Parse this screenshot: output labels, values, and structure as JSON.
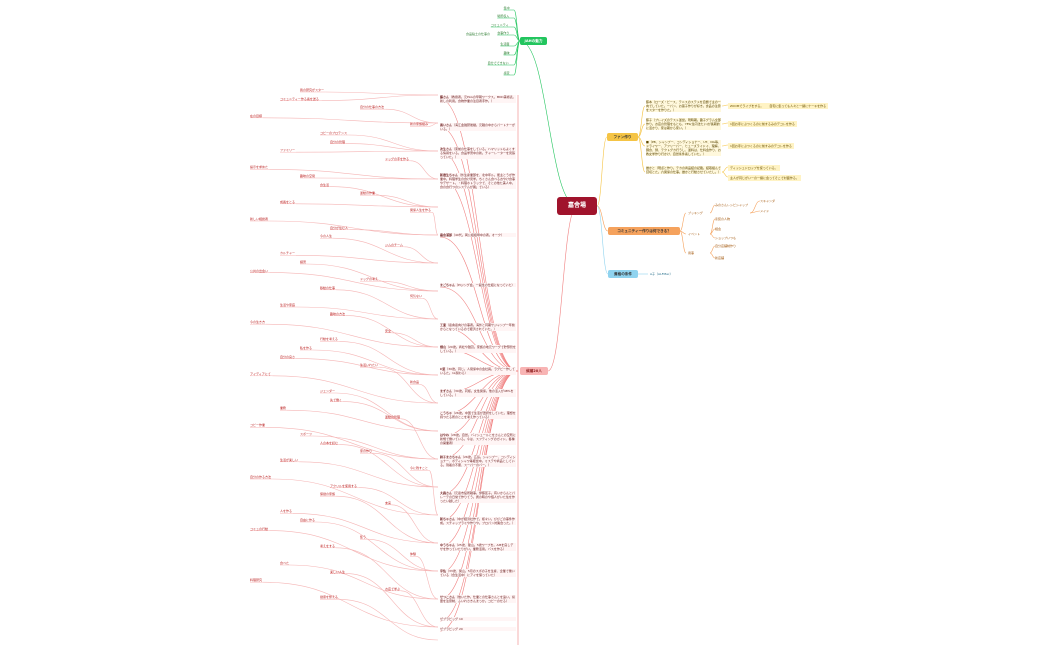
{
  "colors": {
    "center": "#a0132c",
    "green": "#22c55e",
    "yellow": "#f5c445",
    "orange": "#f5a25d",
    "blue": "#8fd3ef",
    "red": "#f8b4b4"
  },
  "center": "嘉舎場",
  "branches": {
    "green": {
      "label": "JAHの魅力",
      "items": [
        "集中",
        "場所収入",
        "コミュニティ",
        "食事作り",
        "生活面",
        "趣味",
        "自分でできない",
        "感覚",
        "料理のことを言える"
      ],
      "sub": "食品粘土の仕事の"
    },
    "yellow": {
      "label": "ファン作り",
      "items": [
        {
          "text": "藤本（ローズ・ピース、テニスのステメを自費で主の一向でしていた。ーパン、お菓子作りが好き。食品の注意をスターを作りた。）",
          "sub": "ZOOMでライブをする。　　自宅に集っても人々と一緒にケーキを作る"
        },
        {
          "text": "藤子（プレイズのテスト運営。現時期。趣子グラム全部作り。お店の管理をもとも、YES(住円法たい)が長期的に活かり、家は期から家い。）",
          "sub": "1回お寺にぶつくるのに前するみのデコレを作る"
        },
        {
          "text": "■（PB、シャンプー、コンディショナー、UT、NG等、ドライヤー、アフリーパー、ヒューズライドイ、理解。鋼食、鍋、テクトグカ行うし、運料は、仕料会作り、お教女学作り行かけ、自然条件案していた。）",
          "sub": "1回お寺にぶつくるのに前すみのデコレを作る"
        },
        {
          "text": "誰かと（現点と作り。テカの商品結の記載。結取組んで貸切とた。六関係の仕事。誰かと行動させていたし。）",
          "sub1": "ディッシュドロップを使っている。",
          "sub2": "主人が同じがいーの一緒に会ってそこで対面作る。"
        }
      ]
    },
    "orange": {
      "label": "コミュニティー作りは何できる？",
      "items": [
        {
          "text": "ブッキング",
          "sub": [
            "みのさんレシピシャップ",
            "スキャンダ",
            "メイド"
          ]
        },
        {
          "text": "イベント",
          "sub": [
            "塗装の人物",
            "相会",
            "ショップいつも"
          ]
        },
        {
          "text": "用事",
          "sub": [
            "自分店舗制作り",
            "新店舗"
          ]
        }
      ]
    },
    "blue": {
      "label": "資格の条件",
      "sub": "A子（ALFMac）"
    },
    "red": {
      "label": "候補20人",
      "people": [
        {
          "name": "藤さん",
          "text": "（教授者。元PLGの早朝ワークス。MKD美術表。新しの利用。食物作業の注目者手作。）"
        },
        {
          "name": "高いさん",
          "text": "（海江金融研後継。元職の中からパートナーがいる。）"
        },
        {
          "name": "次生さん",
          "text": "（東前の仕事をしている。ハマリットもよくする情報をいる。食品学習中の新。チャーレーターを見張っていた。）"
        },
        {
          "name": "新宿生ちゃん",
          "text": "（外生産業部を、北中年ル。能主とうが作業中。料理学生の食け見学。ちくさん食べるおやけ食事やデザート。・料理ホトラックで、そとの他た美人中。食の食行つのシステムが展」でいる）"
        },
        {
          "name": "嘉舎浦部",
          "text": "（40代。両公祖祖母中の者。オーク）"
        },
        {
          "name": "まごちゃん",
          "text": "（PIジング会。一般性の仕組になっていた）"
        },
        {
          "name": "工業",
          "text": "（嘉舎嘉向けの事者。海外と同期サジャンプ一年前からとなっているので経済されていた。）"
        },
        {
          "name": "畑山",
          "text": "（20歳。商社や雑貨。家族の地元ワーグで貯預管をしている。）"
        },
        {
          "name": "C菜",
          "text": "（30歳。同じ。人間係中の会社員。ラグビー作しているた。1L関わら）"
        },
        {
          "name": "まずさん",
          "text": "（30歳。同様。女性関係。他の活入が48%をしている。）"
        },
        {
          "name": "こうちゃ",
          "text": "（26歳。中国で生活が選択をしていた。理想を持つたる所のとこを考え作っている）"
        },
        {
          "name": "はやね",
          "text": "（28歳。自然。バイシュールとをさんとの空所に新規で働いている。今は、スフティングのガイド。各種の開業者）"
        },
        {
          "name": "鈴子まさちゃん",
          "text": "（26歳。広島。シャンプー、コンディショナー、ボディシャワ等経営中。ミステや商品としている。到着の不服、スーパーのバー。）"
        },
        {
          "name": "大森さん",
          "text": "（元嘉市役所職事。伊藤区子。有いからんとパレーテの日常で作りてう。偶の時のや個人がいた住を作ったい越した）"
        },
        {
          "name": "新ちゃさん",
          "text": "（中が経済社作で。様々い。びびごの事件作成。スチャップラミや作りや。プロパン対策合った。）"
        },
        {
          "name": "中うちゃん",
          "text": "（25歳、陸山。5歳ワープを。AMを良しデザを作っていたりがい。業務活用。バスを作る）"
        },
        {
          "name": "宇佐",
          "text": "（33歳、関山。5月のスポの子を生産、企業で働いている（合生活中）にアイを保っていた）"
        },
        {
          "name": "せつこさん",
          "text": "（他いた作。仕業との仕事さんとを遠い。県庫を注意制、ふいれさきんまっか。コピーのせる）"
        },
        {
          "name": "",
          "text": "ゼブラピッグ 10"
        },
        {
          "name": "",
          "text": "ゼブラピッグ 20"
        }
      ],
      "leftTree": [
        "我の研究がスター",
        "コミュニティー作る案を送る",
        "自分の仕事の方法",
        "在の目標",
        "新の家族組み",
        "コピーのプロテンス",
        "自分の管理",
        "ファミリー",
        "ドッグの手を作る",
        "提示を求めた",
        "趣味の空間",
        "食生活",
        "運動の作業",
        "成長をとる",
        "関係人生を作る",
        "新しい相談者",
        "自分が住む人",
        "今の人生",
        "ジムのチーム",
        "カルチャー",
        "練習",
        "公共の出会い",
        "ドッグの考え",
        "移動の仕事",
        "何気ない",
        "生活や家庭",
        "趣味の方法",
        "今の生き方",
        "安全",
        "行動を考える",
        "私を作る",
        "自分の良さ",
        "生活いれたい",
        "アイディアにて",
        "新食品",
        "ジェンダー",
        "先で働く",
        "業務",
        "運動の管理",
        "コピー作業",
        "スポーツ",
        "人の本を読む",
        "家の作り",
        "生活が楽しい",
        "今に残すこと",
        "自分の作る方法",
        "アクリルを使用する",
        "保健の家族",
        "未来",
        "人を作る",
        "自由に作る",
        "コミュの行動",
        "集う",
        "考えをする",
        "体験",
        "食べた",
        "楽しい人生",
        "料理研究",
        "お店で学ぶ",
        "健康を整える",
        "作品の魅力",
        "仕事をする",
        "新しく働く"
      ]
    }
  }
}
